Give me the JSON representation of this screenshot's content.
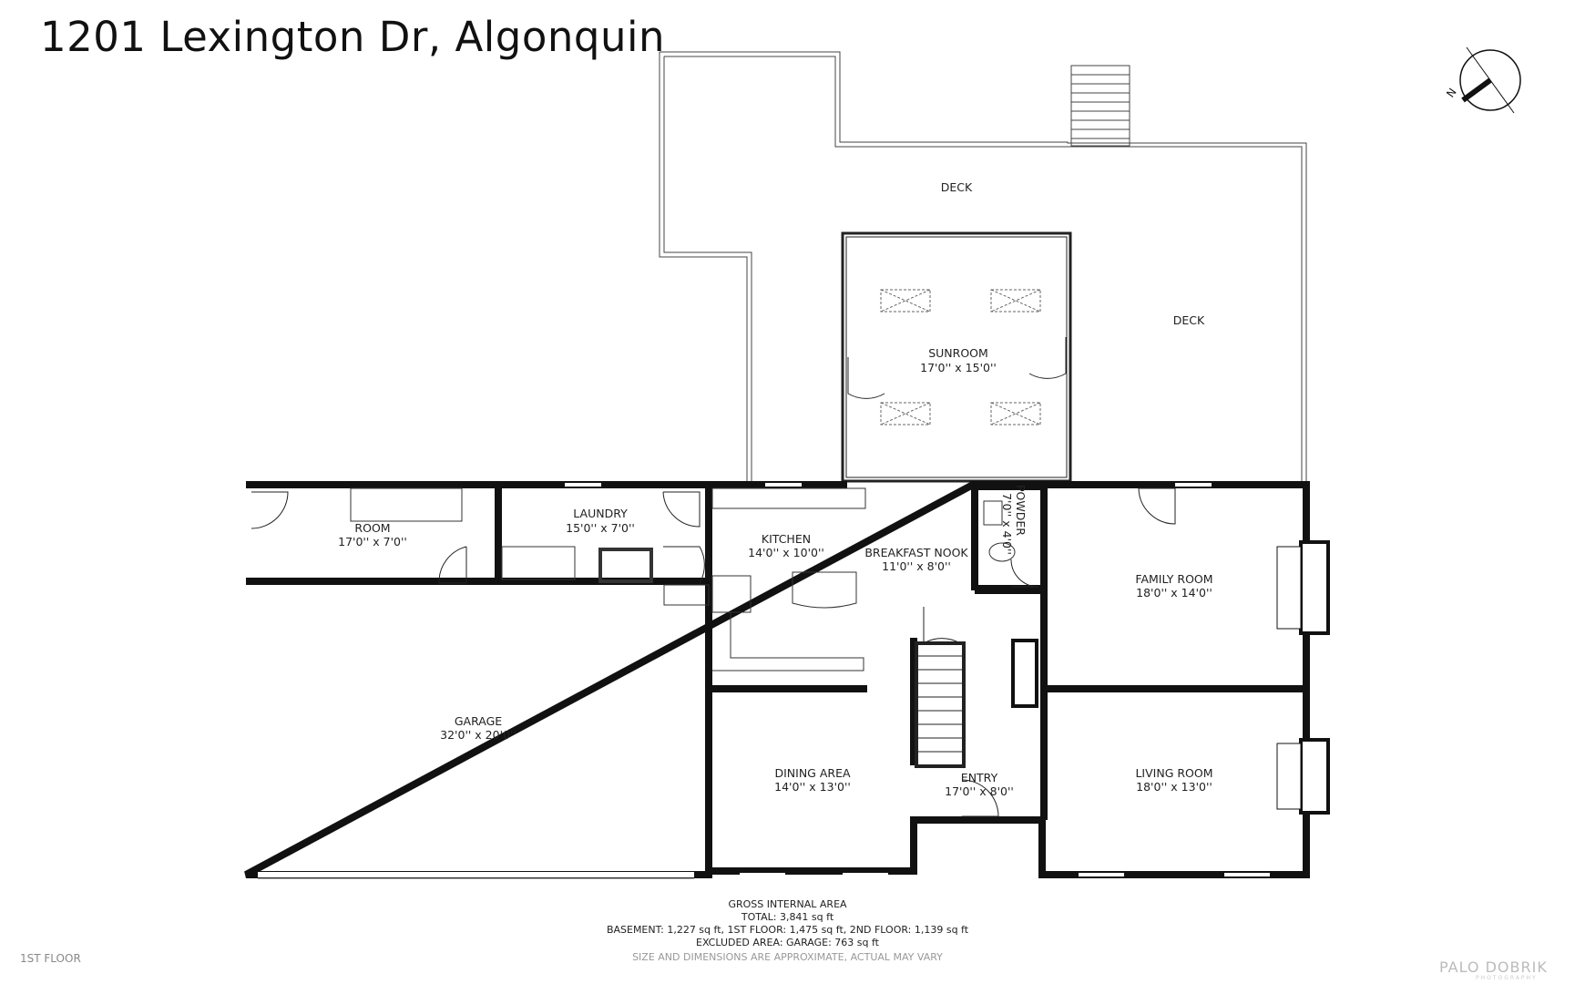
{
  "title": "1201 Lexington Dr, Algonquin",
  "rooms": {
    "deck_top": {
      "name": "DECK"
    },
    "deck_right": {
      "name": "DECK"
    },
    "sunroom": {
      "name": "SUNROOM",
      "dims": "17'0'' x 15'0''"
    },
    "room": {
      "name": "ROOM",
      "dims": "17'0'' x 7'0''"
    },
    "laundry": {
      "name": "LAUNDRY",
      "dims": "15'0'' x 7'0''"
    },
    "kitchen": {
      "name": "KITCHEN",
      "dims": "14'0'' x 10'0''"
    },
    "breakfast": {
      "name": "BREAKFAST NOOK",
      "dims": "11'0'' x 8'0''"
    },
    "powder": {
      "name": "POWDER",
      "dims": "7'0'' x 4'0''"
    },
    "family": {
      "name": "FAMILY ROOM",
      "dims": "18'0'' x 14'0''"
    },
    "garage": {
      "name": "GARAGE",
      "dims": "32'0'' x 20'0''"
    },
    "dining": {
      "name": "DINING AREA",
      "dims": "14'0'' x 13'0''"
    },
    "entry": {
      "name": "ENTRY",
      "dims": "17'0'' x 8'0''"
    },
    "living": {
      "name": "LIVING ROOM",
      "dims": "18'0'' x 13'0''"
    }
  },
  "compass": {
    "label": "N"
  },
  "footer": {
    "line1": "GROSS INTERNAL AREA",
    "line2": "TOTAL: 3,841 sq ft",
    "line3": "BASEMENT: 1,227 sq ft, 1ST FLOOR: 1,475 sq ft, 2ND FLOOR: 1,139 sq ft",
    "line4": "EXCLUDED AREA: GARAGE: 763 sq ft",
    "line5": "SIZE AND DIMENSIONS ARE APPROXIMATE, ACTUAL MAY VARY"
  },
  "floor_label": "1ST FLOOR",
  "watermark": "PALO DOBRIK",
  "watermark_sub": "PHOTOGRAPHY"
}
